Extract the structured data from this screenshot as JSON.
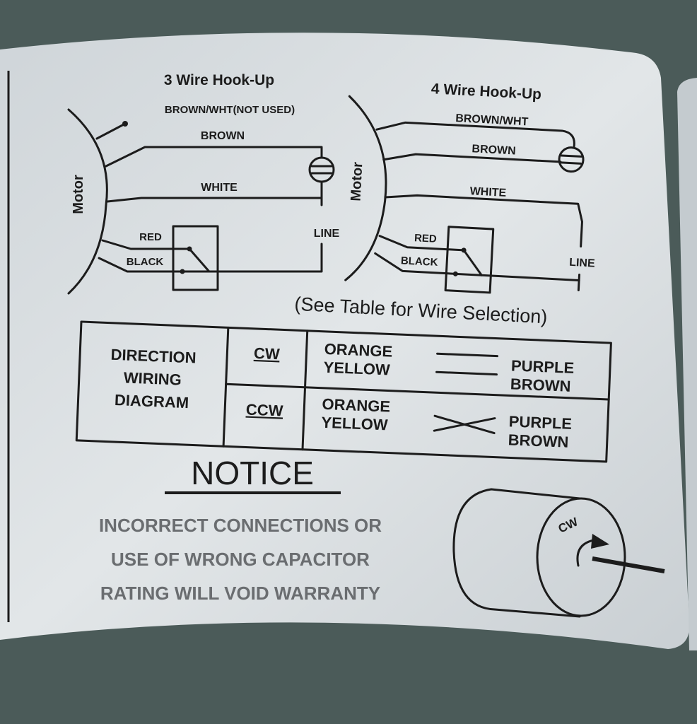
{
  "three_wire": {
    "title": "3 Wire Hook-Up",
    "unused_label": "BROWN/WHT(NOT USED)",
    "motor": "Motor",
    "brown": "BROWN",
    "white": "WHITE",
    "red": "RED",
    "black": "BLACK",
    "line": "LINE"
  },
  "four_wire": {
    "title": "4 Wire Hook-Up",
    "brown_wht": "BROWN/WHT",
    "motor": "Motor",
    "brown": "BROWN",
    "white": "WHITE",
    "red": "RED",
    "black": "BLACK",
    "line": "LINE"
  },
  "table_note": "(See Table for Wire Selection)",
  "table": {
    "header": [
      "DIRECTION",
      "WIRING",
      "DIAGRAM"
    ],
    "rows": [
      {
        "direction": "CW",
        "left": [
          "ORANGE",
          "YELLOW"
        ],
        "right": [
          "PURPLE",
          "BROWN"
        ],
        "connection": "straight"
      },
      {
        "direction": "CCW",
        "left": [
          "ORANGE",
          "YELLOW"
        ],
        "right": [
          "PURPLE",
          "BROWN"
        ],
        "connection": "crossed"
      }
    ]
  },
  "notice": {
    "title": "NOTICE",
    "lines": [
      "INCORRECT CONNECTIONS OR",
      "USE OF WRONG CAPACITOR",
      "RATING WILL VOID WARRANTY"
    ]
  },
  "rotation_diagram": {
    "label": "CW"
  },
  "colors": {
    "background": "#4b5b59",
    "label": "#d9dee1",
    "ink": "#1c1c1c"
  }
}
